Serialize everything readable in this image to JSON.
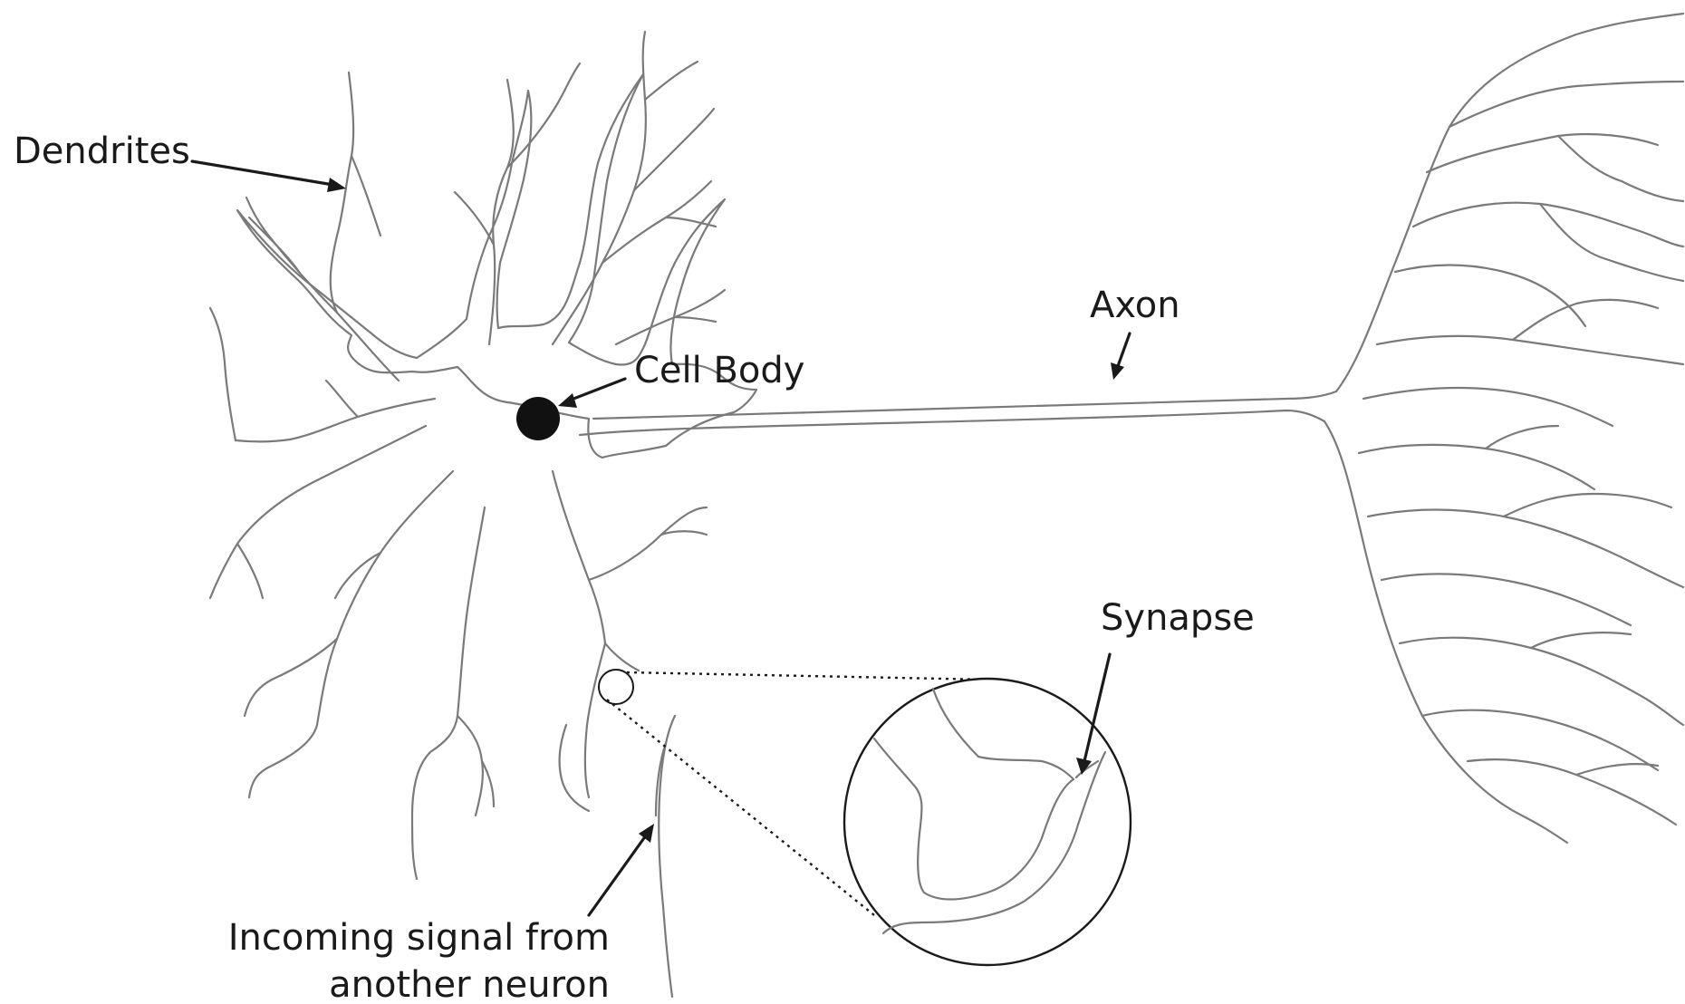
{
  "diagram": {
    "labels": {
      "dendrites": "Dendrites",
      "cell_body": "Cell Body",
      "axon": "Axon",
      "synapse": "Synapse",
      "incoming_line1": "Incoming signal from",
      "incoming_line2": "another neuron"
    },
    "colors": {
      "outline": "#7a7a7a",
      "ink": "#1a1a1a",
      "background": "#ffffff"
    }
  }
}
